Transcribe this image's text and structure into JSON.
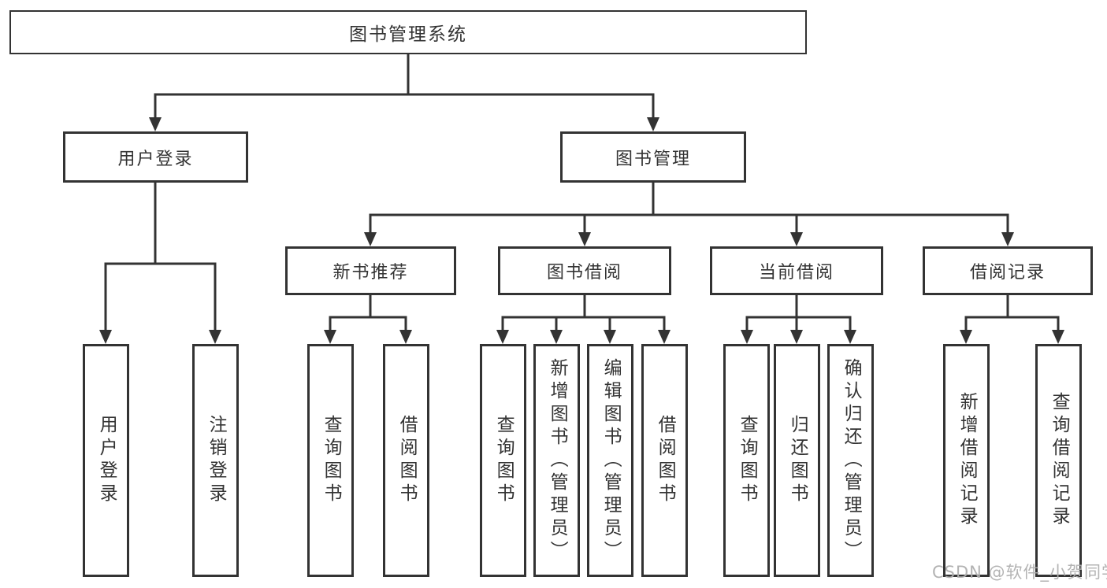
{
  "diagram": {
    "root": {
      "label": "图书管理系统"
    },
    "branches": [
      {
        "label": "用户登录",
        "children": [
          {
            "label": "用户登录"
          },
          {
            "label": "注销登录"
          }
        ]
      },
      {
        "label": "图书管理",
        "children": [
          {
            "label": "新书推荐",
            "children": [
              {
                "label": "查询图书"
              },
              {
                "label": "借阅图书"
              }
            ]
          },
          {
            "label": "图书借阅",
            "children": [
              {
                "label": "查询图书"
              },
              {
                "label": "新增图书（管理员）"
              },
              {
                "label": "编辑图书（管理员）"
              },
              {
                "label": "借阅图书"
              }
            ]
          },
          {
            "label": "当前借阅",
            "children": [
              {
                "label": "查询图书"
              },
              {
                "label": "归还图书"
              },
              {
                "label": "确认归还（管理员）"
              }
            ]
          },
          {
            "label": "借阅记录",
            "children": [
              {
                "label": "新增借阅记录"
              },
              {
                "label": "查询借阅记录"
              }
            ]
          }
        ]
      }
    ]
  },
  "watermark": {
    "text": "CSDN @软件_小贺同学"
  },
  "colors": {
    "line": "#333333",
    "text": "#333333",
    "box_background": "#ffffff",
    "background": "#ffffff",
    "watermark": "#afafaf"
  }
}
